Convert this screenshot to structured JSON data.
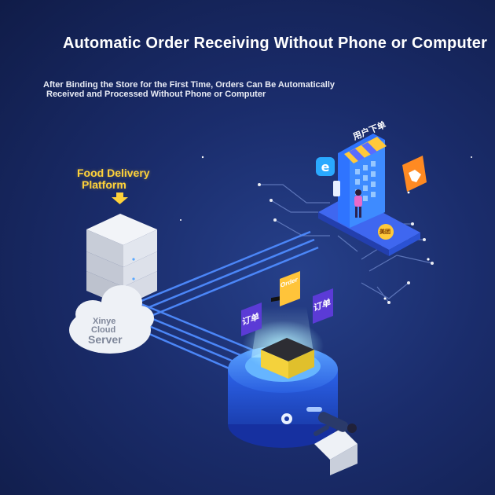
{
  "header": {
    "title": "Automatic Order Receiving Without Phone or Computer",
    "subtitle_line1": "After Binding the Store for the First Time, Orders Can Be Automatically",
    "subtitle_line2": "Received and Processed Without Phone or Computer"
  },
  "platform": {
    "line1": "Food Delivery",
    "line2": "Platform"
  },
  "server": {
    "line1": "Xinye",
    "line2": "Cloud",
    "line3": "Server"
  },
  "shop": {
    "sign": "用户下单",
    "badge": "美团"
  },
  "orders": {
    "left": "订单",
    "center": "Order",
    "right": "订单"
  },
  "colors": {
    "background": "#1a2c6b",
    "accent_yellow": "#ffd23a",
    "accent_blue": "#3f7bff",
    "purple_card": "#5b3bd6"
  },
  "icons": [
    "down-arrow-icon",
    "e-app-icon",
    "fox-app-icon",
    "meituan-badge-icon"
  ]
}
